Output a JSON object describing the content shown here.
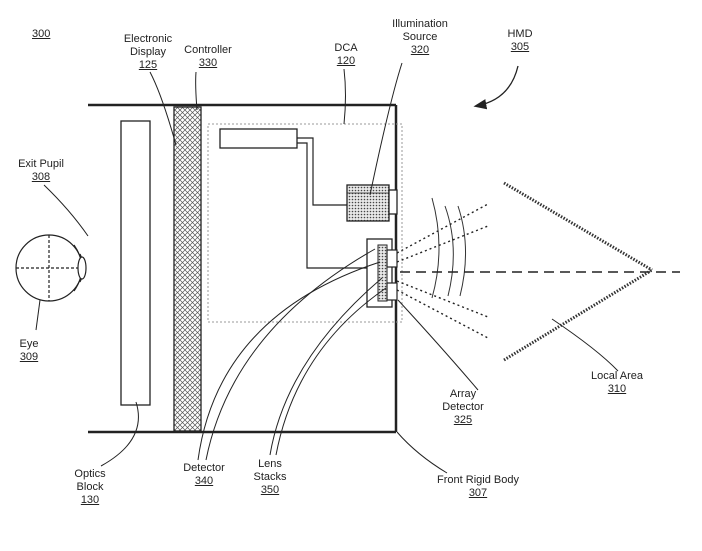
{
  "figure": {
    "ref": "300",
    "labels": {
      "electronic_display": {
        "name_line1": "Electronic",
        "name_line2": "Display",
        "ref": "125"
      },
      "controller": {
        "name": "Controller",
        "ref": "330"
      },
      "dca": {
        "name": "DCA",
        "ref": "120"
      },
      "illumination_source": {
        "name_line1": "Illumination",
        "name_line2": "Source",
        "ref": "320"
      },
      "hmd": {
        "name": "HMD",
        "ref": "305"
      },
      "exit_pupil": {
        "name": "Exit Pupil",
        "ref": "308"
      },
      "eye": {
        "name": "Eye",
        "ref": "309"
      },
      "array_detector": {
        "name_line1": "Array",
        "name_line2": "Detector",
        "ref": "325"
      },
      "local_area": {
        "name": "Local Area",
        "ref": "310"
      },
      "optics_block": {
        "name_line1": "Optics",
        "name_line2": "Block",
        "ref": "130"
      },
      "detector": {
        "name": "Detector",
        "ref": "340"
      },
      "lens_stacks": {
        "name_line1": "Lens",
        "name_line2": "Stacks",
        "ref": "350"
      },
      "front_rigid_body": {
        "name": "Front Rigid Body",
        "ref": "307"
      }
    }
  },
  "colors": {
    "line": "#222222",
    "hatch": "#666666",
    "fill": "#f4f4f4",
    "dotted_box": "#999999"
  }
}
